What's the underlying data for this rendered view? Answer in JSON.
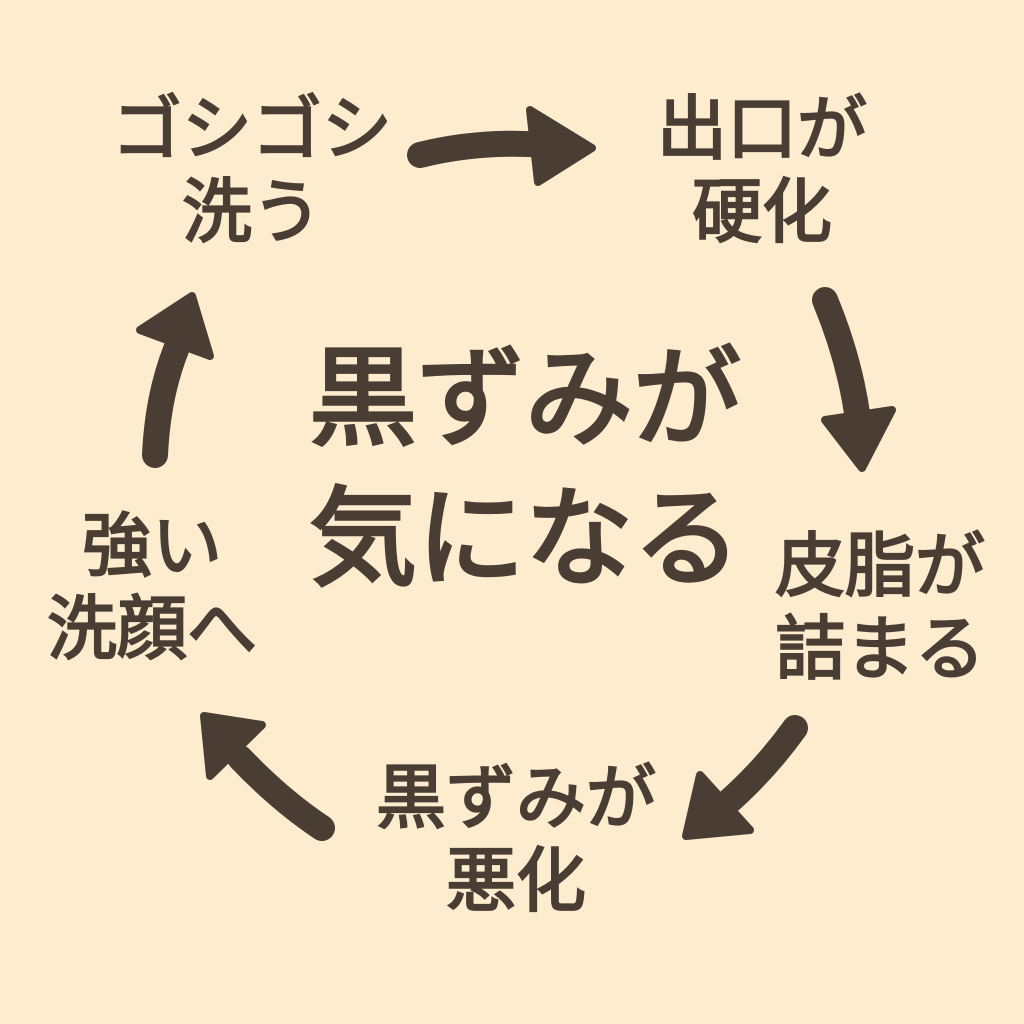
{
  "center": {
    "line1": "黒ずみが",
    "line2": "気になる"
  },
  "nodes": [
    {
      "line1": "ゴシゴシ",
      "line2": "洗う"
    },
    {
      "line1": "出口が",
      "line2": "硬化"
    },
    {
      "line1": "皮脂が",
      "line2": "詰まる"
    },
    {
      "line1": "黒ずみが",
      "line2": "悪化"
    },
    {
      "line1": "強い",
      "line2": "洗顔へ"
    }
  ],
  "colors": {
    "background": "#fdecce",
    "text": "#4a3d34"
  }
}
